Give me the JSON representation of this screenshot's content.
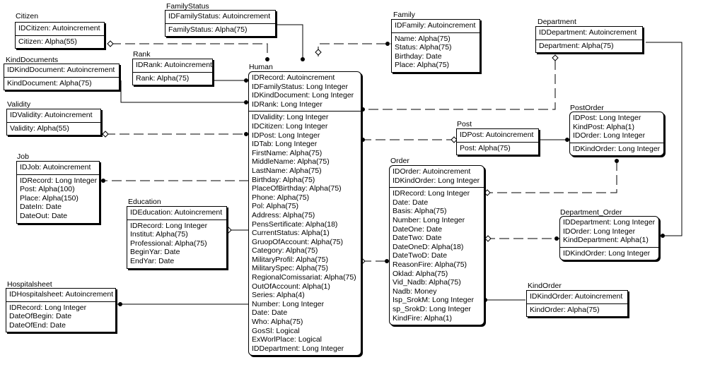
{
  "entities": [
    {
      "id": "citizen",
      "title": "Citizen",
      "key": [
        "IDCitizen: Autoincrement"
      ],
      "attrs": [
        "Citizen: Alpha(55)"
      ]
    },
    {
      "id": "familystatus",
      "title": "FamilyStatus",
      "key": [
        "IDFamilyStatus: Autoincrement"
      ],
      "attrs": [
        "FamilyStatus: Alpha(75)"
      ]
    },
    {
      "id": "family",
      "title": "Family",
      "key": [
        "IDFamily: Autoincrement"
      ],
      "attrs": [
        "Name: Alpha(75)",
        "Status: Alpha(75)",
        "Birthday: Date",
        "Place: Alpha(75)"
      ]
    },
    {
      "id": "department",
      "title": "Department",
      "key": [
        "IDDepartment: Autoincrement"
      ],
      "attrs": [
        "Department: Alpha(75)"
      ]
    },
    {
      "id": "kinddocuments",
      "title": "KindDocuments",
      "key": [
        "IDKindDocument: Autoincrement"
      ],
      "attrs": [
        "KindDocument: Alpha(75)"
      ]
    },
    {
      "id": "rank",
      "title": "Rank",
      "key": [
        "IDRank: Autoincrement"
      ],
      "attrs": [
        "Rank: Alpha(75)"
      ]
    },
    {
      "id": "human",
      "title": "Human",
      "key": [
        "IDRecord: Autoincrement",
        "IDFamilyStatus: Long Integer",
        "IDKindDocument: Long Integer",
        "IDRank: Long Integer"
      ],
      "attrs": [
        "IDValidity: Long Integer",
        "IDCitizen: Long Integer",
        "IDPost: Long Integer",
        "IDTab: Long Integer",
        "FirstName: Alpha(75)",
        "MiddleName: Alpha(75)",
        "LastName: Alpha(75)",
        "Birthday: Alpha(75)",
        "PlaceOfBirthday: Alpha(75)",
        "Phone: Alpha(75)",
        "Pol: Alpha(75)",
        "Address: Alpha(75)",
        "PensSertificate: Alpha(18)",
        "CurrentStatus: Alpha(1)",
        "GruopOfAccount: Alpha(75)",
        "Category: Alpha(75)",
        "MilitaryProfil: Alpha(75)",
        "MilitarySpec: Alpha(75)",
        "RegionalComissariat: Alpha(75)",
        "OutOfAccount: Alpha(1)",
        "Series: Alpha(4)",
        "Number: Long Integer",
        "Date: Date",
        "Who: Alpha(75)",
        "GosSl: Logical",
        "ExWorlPlace: Logical",
        "IDDepartment: Long Integer"
      ]
    },
    {
      "id": "validity",
      "title": "Validity",
      "key": [
        "IDValidity: Autoincrement"
      ],
      "attrs": [
        "Validity: Alpha(55)"
      ]
    },
    {
      "id": "postorder",
      "title": "PostOrder",
      "key": [
        "IDPost: Long Integer",
        "KindPost: Alpha(1)",
        "IDOrder: Long Integer"
      ],
      "attrs": [
        "IDKindOrder: Long Integer"
      ]
    },
    {
      "id": "post",
      "title": "Post",
      "key": [
        "IDPost: Autoincrement"
      ],
      "attrs": [
        "Post: Alpha(75)"
      ]
    },
    {
      "id": "job",
      "title": "Job",
      "key": [
        "IDJob: Autoincrement"
      ],
      "attrs": [
        "IDRecord: Long Integer",
        "Post: Alpha(100)",
        "Place: Alpha(150)",
        "DateIn: Date",
        "DateOut: Date"
      ]
    },
    {
      "id": "order",
      "title": "Order",
      "key": [
        "IDOrder: Autoincrement",
        "IDKindOrder: Long Integer"
      ],
      "attrs": [
        "IDRecord: Long Integer",
        "Date: Date",
        "Basis: Alpha(75)",
        "Number: Long Integer",
        "DateOne: Date",
        "DateTwo: Date",
        "DateOneD: Alpha(18)",
        "DateTwoD: Date",
        "ReasonFire: Alpha(75)",
        "Oklad: Alpha(75)",
        "Vid_Nadb: Alpha(75)",
        "Nadb: Money",
        "Isp_SrokM: Long Integer",
        "sp_SrokD: Long Integer",
        "KindFire: Alpha(1)"
      ]
    },
    {
      "id": "education",
      "title": "Education",
      "key": [
        "IDEducation: Autoincrement"
      ],
      "attrs": [
        "IDRecord: Long Integer",
        "Institut: Alpha(75)",
        "Professional: Alpha(75)",
        "BeginYar: Date",
        "EndYar: Date"
      ]
    },
    {
      "id": "department_order",
      "title": "Department_Order",
      "key": [
        "IDDepartment: Long Integer",
        "IDOrder: Long Integer",
        "KindDepartment: Alpha(1)"
      ],
      "attrs": [
        "IDKindOrder: Long Integer"
      ]
    },
    {
      "id": "kindorder",
      "title": "KindOrder",
      "key": [
        "IDKindOrder: Autoincrement"
      ],
      "attrs": [
        "KindOrder: Alpha(75)"
      ]
    },
    {
      "id": "hospitalsheet",
      "title": "Hospitalsheet",
      "key": [
        "IDHospitalsheet: Autoincrement"
      ],
      "attrs": [
        "IDRecord: Long Integer",
        "DateOfBegin: Date",
        "DateOfEnd: Date"
      ]
    }
  ]
}
